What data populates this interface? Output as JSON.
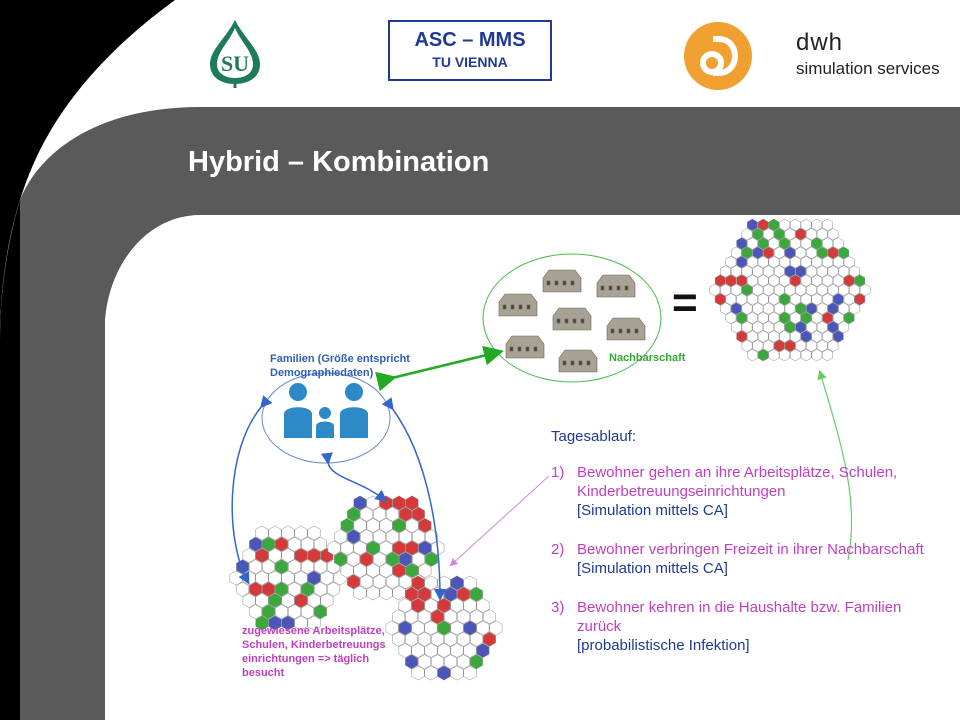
{
  "header": {
    "title": "Hybrid – Kombination",
    "asc_line1": "ASC – MMS",
    "asc_line2": "TU VIENNA",
    "dwh_name": "dwh",
    "dwh_sub": "simulation services"
  },
  "diagram": {
    "families_label": "Familien (Größe entspricht Demographiedaten)",
    "neighborhood_label": "Nachbarschaft",
    "workplaces_label": "zugewiesene Arbeitsplätze, Schulen, Kinderbetreuungs einrichtungen => täglich besucht",
    "equals": "="
  },
  "daily": {
    "header": "Tagesablauf:",
    "steps": [
      {
        "num": "1)",
        "text": "Bewohner gehen an ihre Arbeitsplätze, Schulen, Kinderbetreuungseinrichtungen",
        "bracket": "[Simulation mittels CA]"
      },
      {
        "num": "2)",
        "text": "Bewohner verbringen Freizeit in ihrer Nachbarschaft",
        "bracket": "[Simulation mittels CA]"
      },
      {
        "num": "3)",
        "text": "Bewohner kehren in die Haushalte bzw. Familien zurück",
        "bracket": "[probabilistische Infektion]"
      }
    ]
  },
  "colors": {
    "dark_gray": "#5a5a5a",
    "black": "#000000",
    "accent_blue": "#1f3a93",
    "magenta": "#c03fc0",
    "green": "#33aa33",
    "logo_orange": "#f0a030",
    "logo_green": "#1e7a5a",
    "cell_red": "#d43a3a",
    "cell_green": "#3aa83a",
    "cell_blue": "#4a56b8"
  },
  "icons": [
    "su-logo-icon",
    "dwh-logo-icon",
    "family-icon",
    "house-icon",
    "hex-grid-icon"
  ]
}
